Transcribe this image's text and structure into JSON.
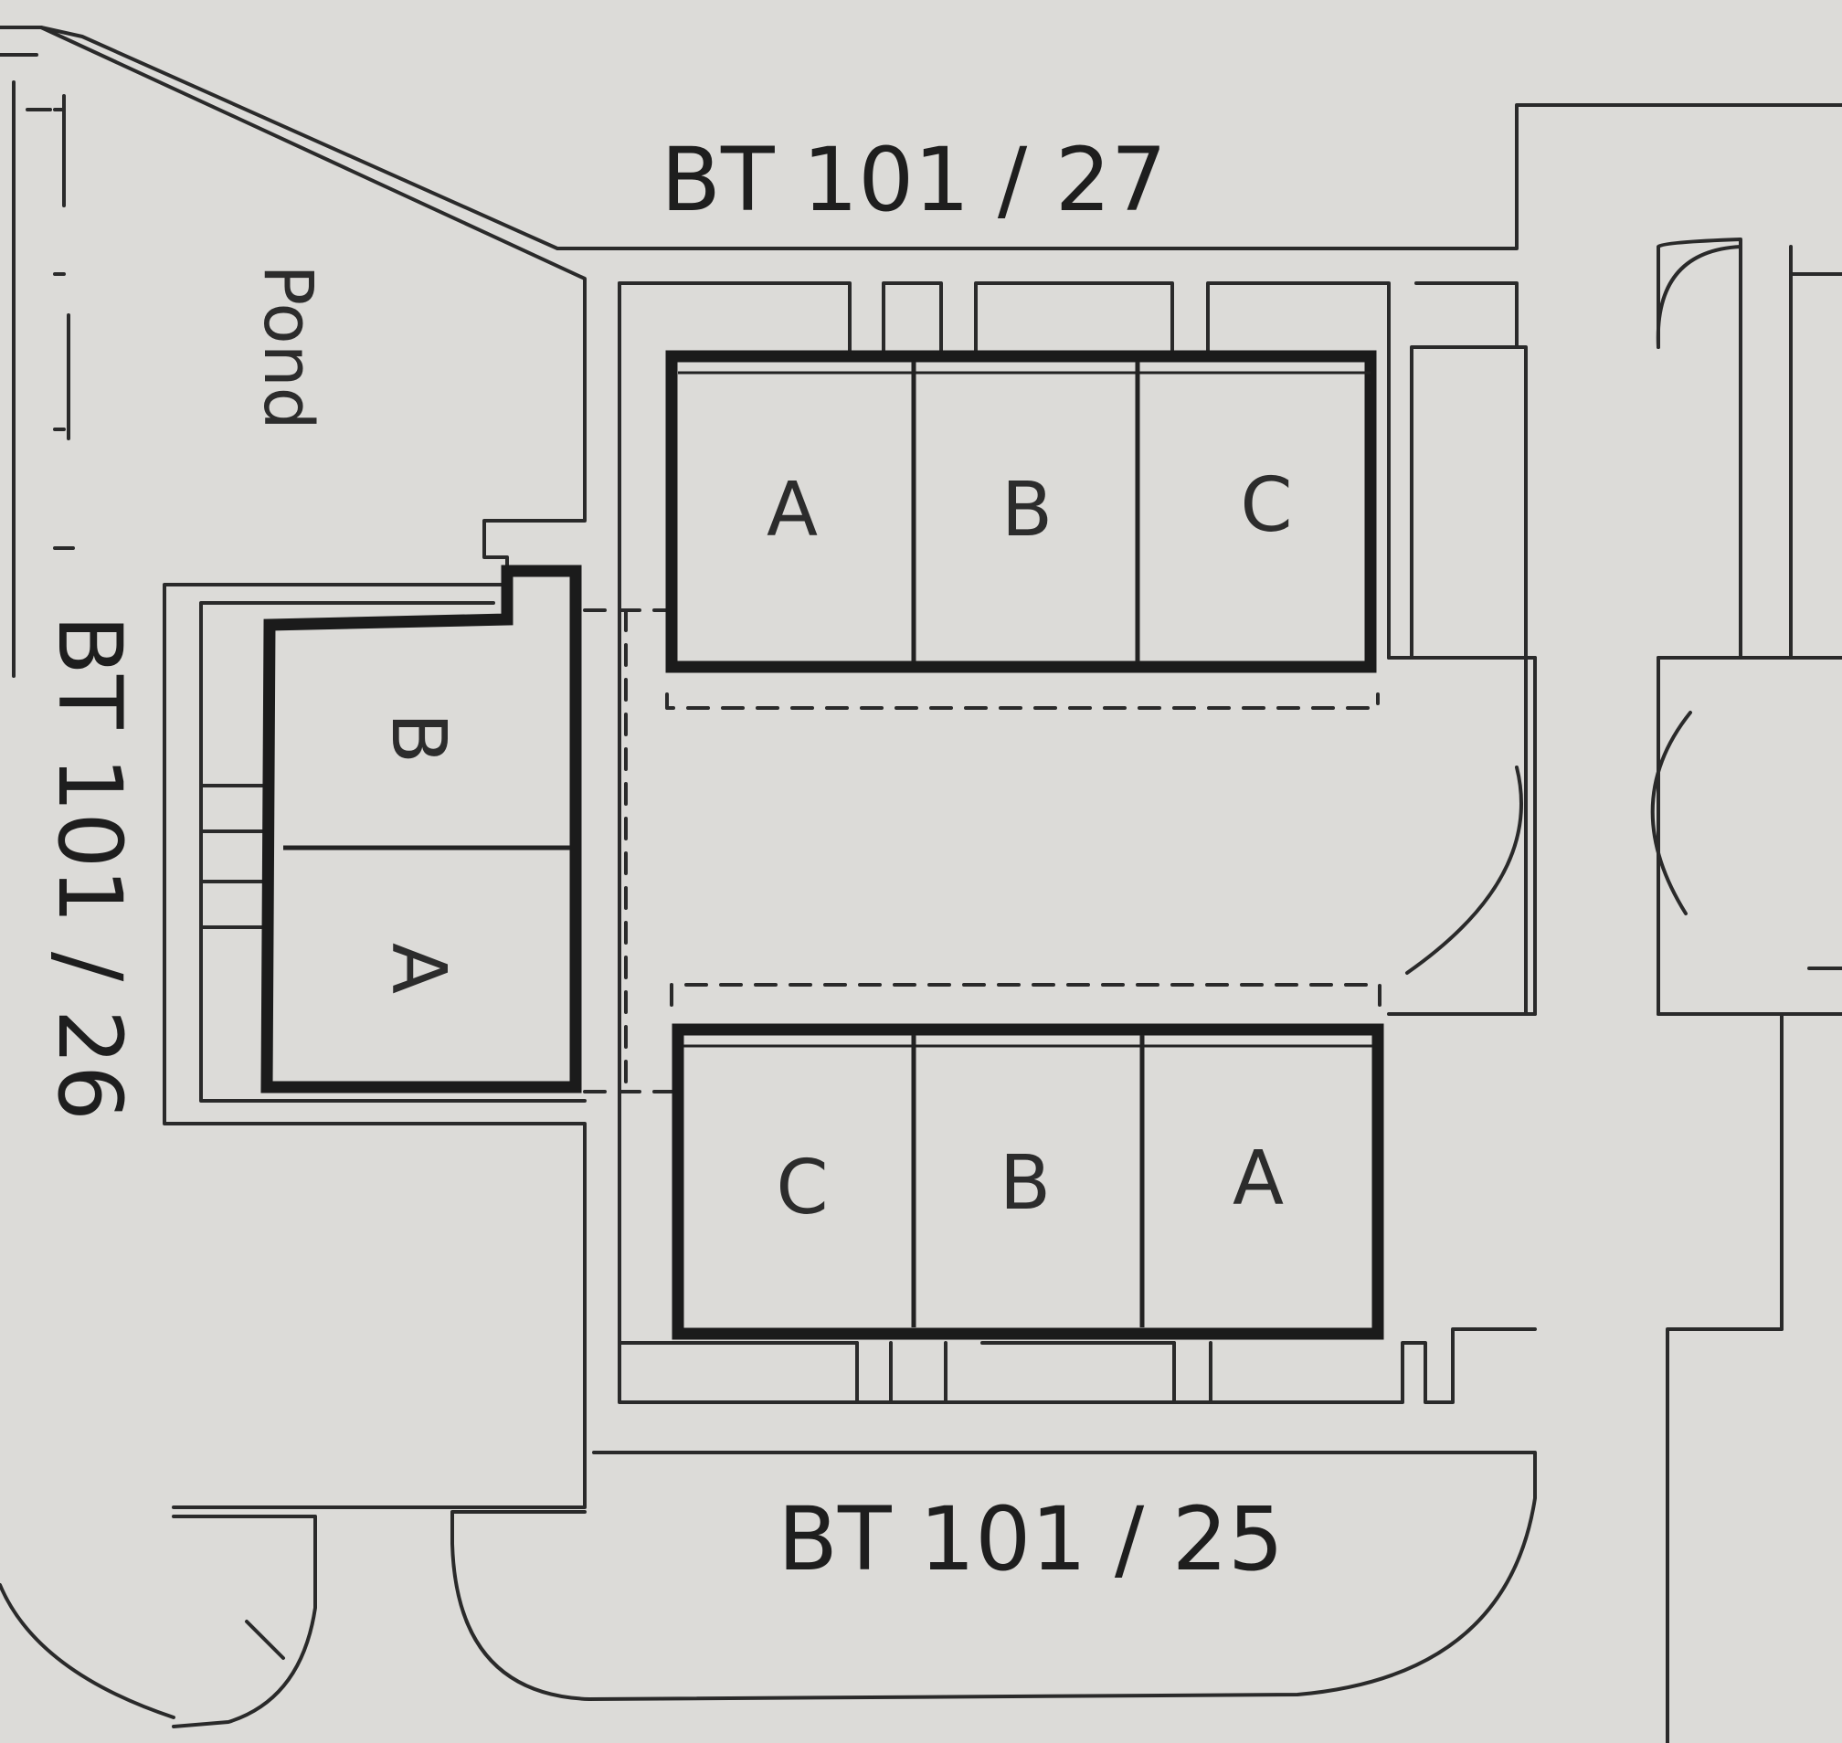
{
  "plots": {
    "north": "BT 101 / 27",
    "south": "BT 101 / 25",
    "west": "BT 101 / 26"
  },
  "features": {
    "pond": "Pond"
  },
  "blocks": {
    "north": [
      "A",
      "B",
      "C"
    ],
    "south": [
      "C",
      "B",
      "A"
    ],
    "west": [
      "B",
      "A"
    ]
  },
  "colors": {
    "paper": "#dcdbd8",
    "ink": "#1e1e1e"
  }
}
